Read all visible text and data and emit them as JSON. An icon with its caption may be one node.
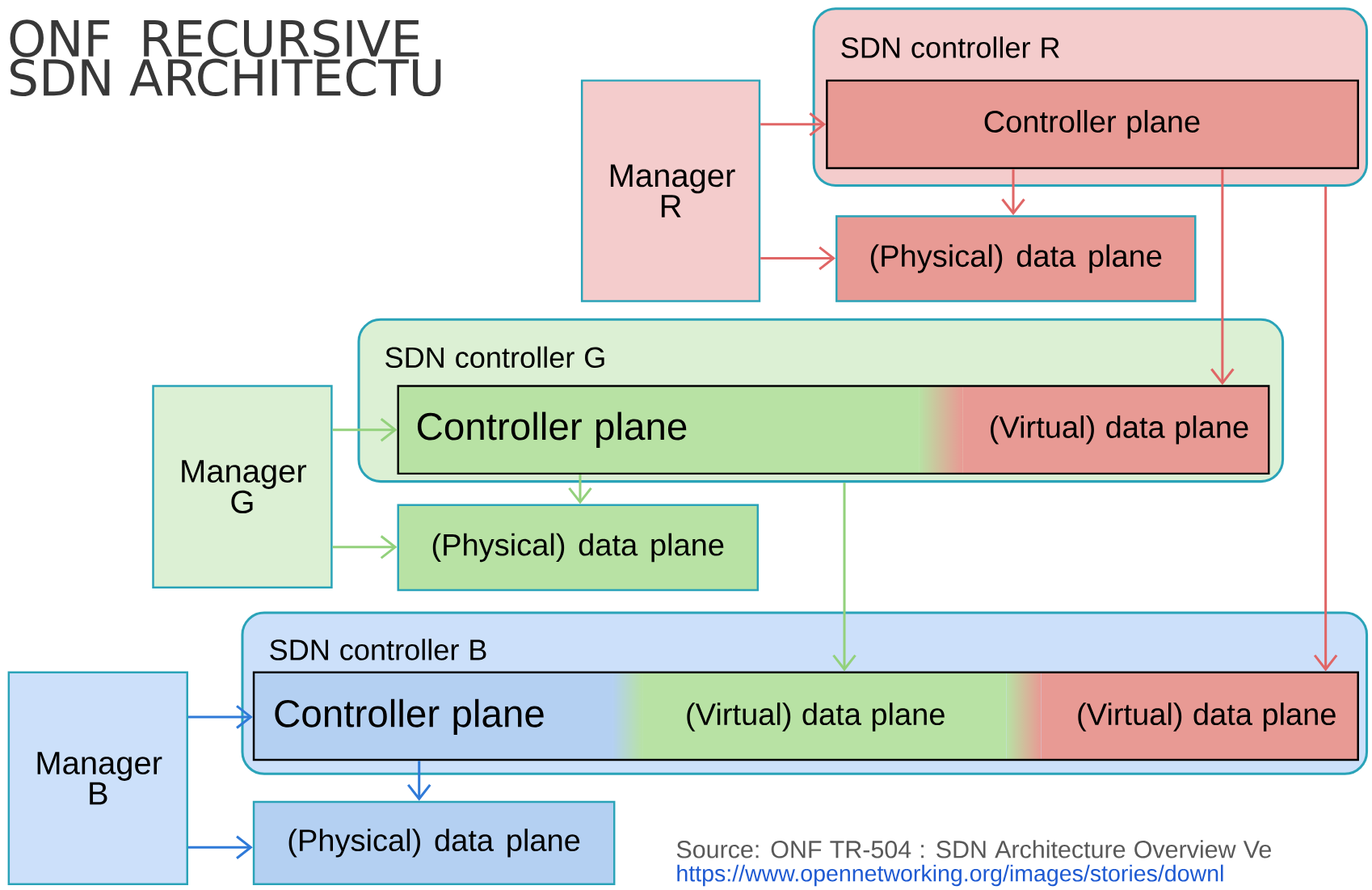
{
  "diagram": {
    "title": "ONF RECURSIVE SDN ARCHITECTU",
    "nodes": [
      {
        "text": [
          "SDN controller R"
        ]
      },
      {
        "text": [
          "Controller plane"
        ],
        "in": 0
      },
      {
        "text": [
          "Manager R"
        ]
      },
      {
        "text": [
          "(Physical) data plane"
        ]
      },
      {
        "text": [
          "SDN controller G"
        ]
      },
      {
        "text": [
          "Controller plane",
          "(Virtual) data plane"
        ],
        "in": 4
      },
      {
        "text": [
          "Manager G"
        ]
      },
      {
        "text": [
          "(Physical) data plane"
        ]
      },
      {
        "text": [
          "SDN controller B"
        ]
      },
      {
        "text": [
          "Controller plane",
          "(Virtual) data plane",
          "(Virtual) data plane"
        ],
        "in": 8
      },
      {
        "text": [
          "Manager B"
        ]
      },
      {
        "text": [
          "(Physical) data plane"
        ]
      }
    ],
    "edges": [
      {
        "from": 2,
        "to": 1,
        "arrow": "to",
        "color": "#e06666"
      },
      {
        "from": 2,
        "to": 3,
        "arrow": "to",
        "color": "#e06666"
      },
      {
        "from": 1,
        "to": 3,
        "arrow": "to",
        "color": "#e06666"
      },
      {
        "from": 1,
        "to": 5,
        "arrow": "to",
        "color": "#e06666"
      },
      {
        "from": 0,
        "to": 9,
        "arrow": "to",
        "color": "#e06666"
      },
      {
        "from": 6,
        "to": 5,
        "arrow": "to",
        "color": "#93d17c"
      },
      {
        "from": 6,
        "to": 7,
        "arrow": "to",
        "color": "#93d17c"
      },
      {
        "from": 5,
        "to": 7,
        "arrow": "to",
        "color": "#93d17c"
      },
      {
        "from": 4,
        "to": 9,
        "arrow": "to",
        "color": "#93d17c"
      },
      {
        "from": 10,
        "to": 9,
        "arrow": "to",
        "color": "#2f7ad8"
      },
      {
        "from": 10,
        "to": 11,
        "arrow": "to",
        "color": "#2f7ad8"
      },
      {
        "from": 9,
        "to": 11,
        "arrow": "to",
        "color": "#2f7ad8"
      }
    ],
    "labels": [
      "Source: ONF TR-504 : SDN Architecture Overview Ve",
      "https://www.opennetworking.org/images/stories/downl"
    ]
  }
}
